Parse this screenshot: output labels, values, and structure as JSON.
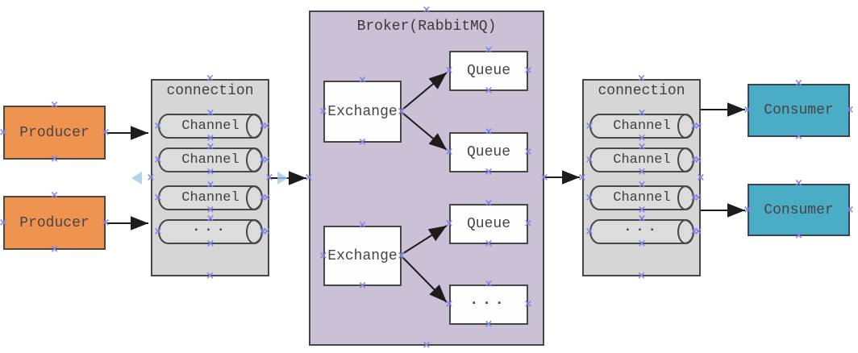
{
  "diagram": {
    "producers": [
      {
        "label": "Producer"
      },
      {
        "label": "Producer"
      }
    ],
    "left_connection": {
      "title": "connection",
      "channels": [
        {
          "label": "Channel"
        },
        {
          "label": "Channel"
        },
        {
          "label": "Channel"
        },
        {
          "label": "..."
        }
      ]
    },
    "broker": {
      "title": "Broker(RabbitMQ)",
      "exchanges": [
        {
          "label": "Exchange"
        },
        {
          "label": "Exchange"
        }
      ],
      "queues": [
        {
          "label": "Queue"
        },
        {
          "label": "Queue"
        },
        {
          "label": "Queue"
        },
        {
          "label": "..."
        }
      ]
    },
    "right_connection": {
      "title": "connection",
      "channels": [
        {
          "label": "Channel"
        },
        {
          "label": "Channel"
        },
        {
          "label": "Channel"
        },
        {
          "label": "..."
        }
      ]
    },
    "consumers": [
      {
        "label": "Consumer"
      },
      {
        "label": "Consumer"
      }
    ],
    "colors": {
      "producer_fill": "#EF9350",
      "producer_border": "#4E463E",
      "consumer_fill": "#4BACC6",
      "consumer_border": "#39444E",
      "broker_fill": "#CBC1D7",
      "connection_fill": "#D6D6D6",
      "channel_fill": "#DCDCDC",
      "box_fill": "#FEFEFE",
      "border": "#474747",
      "connector": "#1C1C1C",
      "handle": "#8484E8",
      "nav_arrow": "#9FC9EB"
    }
  }
}
